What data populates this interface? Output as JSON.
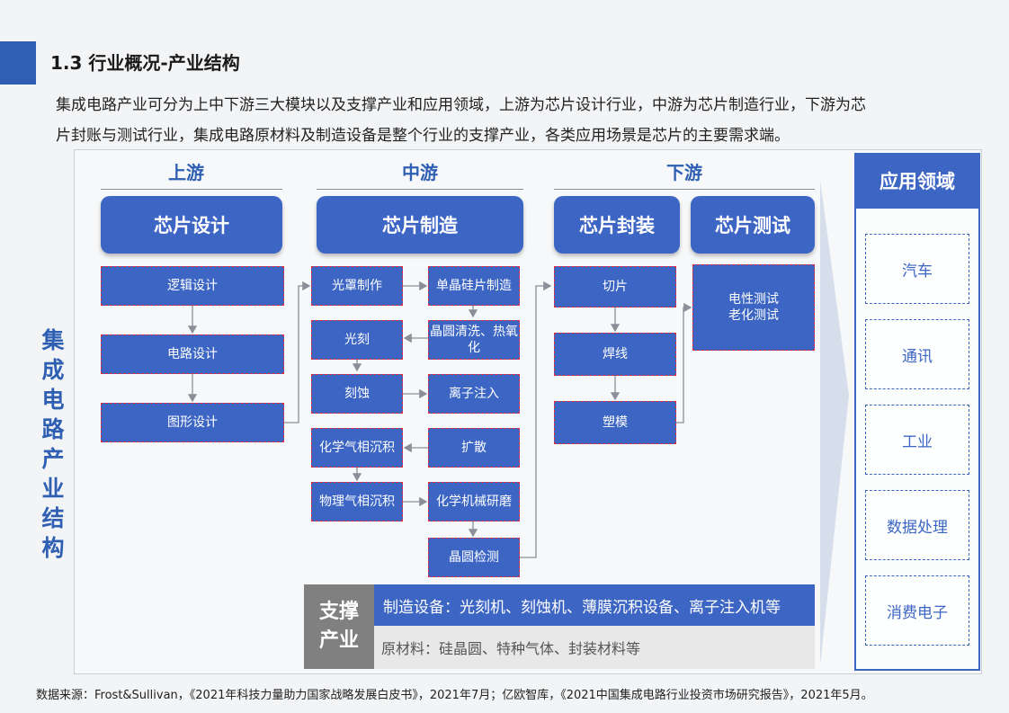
{
  "header": {
    "title": "1.3 行业概况-产业结构",
    "intro_line1": "集成电路产业可分为上中下游三大模块以及支撑产业和应用领域，上游为芯片设计行业，中游为芯片制造行业，下游为芯",
    "intro_line2": "片封账与测试行业，集成电路原材料及制造设备是整个行业的支撑产业，各类应用场景是芯片的主要需求端。"
  },
  "side_label": "集成电路产业结构",
  "sections": {
    "upstream": "上游",
    "midstream": "中游",
    "downstream": "下游"
  },
  "main": {
    "design": "芯片设计",
    "manufacture": "芯片制造",
    "package": "芯片封装",
    "test": "芯片测试"
  },
  "design_steps": [
    "逻辑设计",
    "电路设计",
    "图形设计"
  ],
  "mfg_left": [
    "光罩制作",
    "光刻",
    "刻蚀",
    "化学气相沉积",
    "物理气相沉积"
  ],
  "mfg_right": [
    "单晶硅片制造",
    "晶圆清洗、热氧化",
    "离子注入",
    "扩散",
    "化学机械研磨",
    "晶圆检测"
  ],
  "package_steps": [
    "切片",
    "焊线",
    "塑模"
  ],
  "test_steps": {
    "line1": "电性测试",
    "line2": "老化测试"
  },
  "applications": {
    "title": "应用领域",
    "items": [
      "汽车",
      "通讯",
      "工业",
      "数据处理",
      "消费电子"
    ]
  },
  "support": {
    "title": "支撑产业",
    "equipment": "制造设备：光刻机、刻蚀机、薄膜沉积设备、离子注入机等",
    "materials": "原材料：硅晶圆、特种气体、封装材料等"
  },
  "source": "数据来源：Frost&Sullivan，《2021年科技力量助力国家战略发展白皮书》，2021年7月；亿欧智库，《2021中国集成电路行业投资市场研究报告》，2021年5月。",
  "colors": {
    "primary": "#3d66c4",
    "dashed_border": "#e0263a",
    "support_gray": "#808080"
  }
}
